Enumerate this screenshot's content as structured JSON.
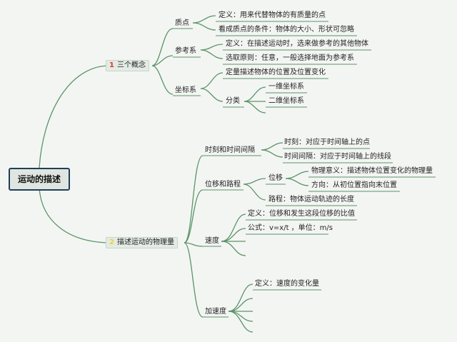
{
  "root": "运动的描述",
  "colors": {
    "branch_line": "#5b9467",
    "num1": "#d83b2f",
    "num2": "#e8d33a"
  },
  "concepts": {
    "number": "1",
    "title": "三个概念",
    "mass_point": {
      "title": "质点",
      "definition": "定义：用来代替物体的有质量的点",
      "condition": "看成质点的条件：物体的大小、形状可忽略"
    },
    "reference": {
      "title": "参考系",
      "definition": "定义：在描述运动时，选来做参考的其他物体",
      "principle": "选取原则：任意，一般选择地面为参考系"
    },
    "coordinates": {
      "title": "坐标系",
      "definition": "定量描述物体的位置及位置变化",
      "classification": "分类",
      "one_d": "一维坐标系",
      "two_d": "二维坐标系"
    }
  },
  "quantities": {
    "number": "2",
    "title": "描述运动的物理量",
    "time": {
      "title": "时刻和时间间隔",
      "moment": "时刻：对应于时间轴上的点",
      "interval": "时间间隔：对应于时间轴上的线段"
    },
    "displacement": {
      "title": "位移和路程",
      "disp_title": "位移",
      "meaning": "物理意义：描述物体位置变化的物理量",
      "direction": "方向：从初位置指向末位置",
      "path": "路程：物体运动轨迹的长度"
    },
    "velocity": {
      "title": "速度",
      "definition": "定义：位移和发生这段位移的比值",
      "formula": "公式：v=x/t ，单位：m/s"
    },
    "acceleration": {
      "title": "加速度",
      "definition": "定义：速度的变化量"
    }
  }
}
